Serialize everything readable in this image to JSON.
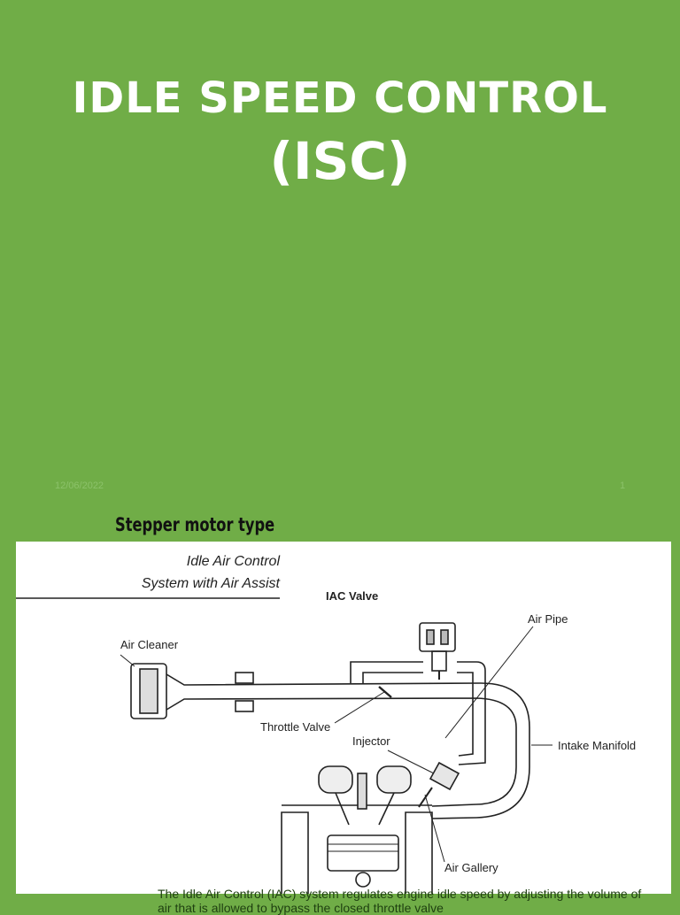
{
  "slide": {
    "title_line1": "IDLE SPEED CONTROL",
    "title_line2": "(ISC)",
    "footer_date": "12/06/2022",
    "footer_page": "1"
  },
  "section": {
    "heading": "Stepper motor type"
  },
  "diagram": {
    "heading_line1": "Idle Air Control",
    "heading_line2": "System with Air Assist",
    "labels": {
      "iac_valve": "IAC Valve",
      "air_pipe": "Air Pipe",
      "air_cleaner": "Air Cleaner",
      "throttle_valve": "Throttle Valve",
      "injector": "Injector",
      "intake_manifold": "Intake Manifold",
      "air_gallery": "Air Gallery"
    }
  },
  "body_text": "The Idle Air Control (IAC) system regulates engine idle speed by adjusting the volume of air that is allowed to bypass the closed throttle valve"
}
